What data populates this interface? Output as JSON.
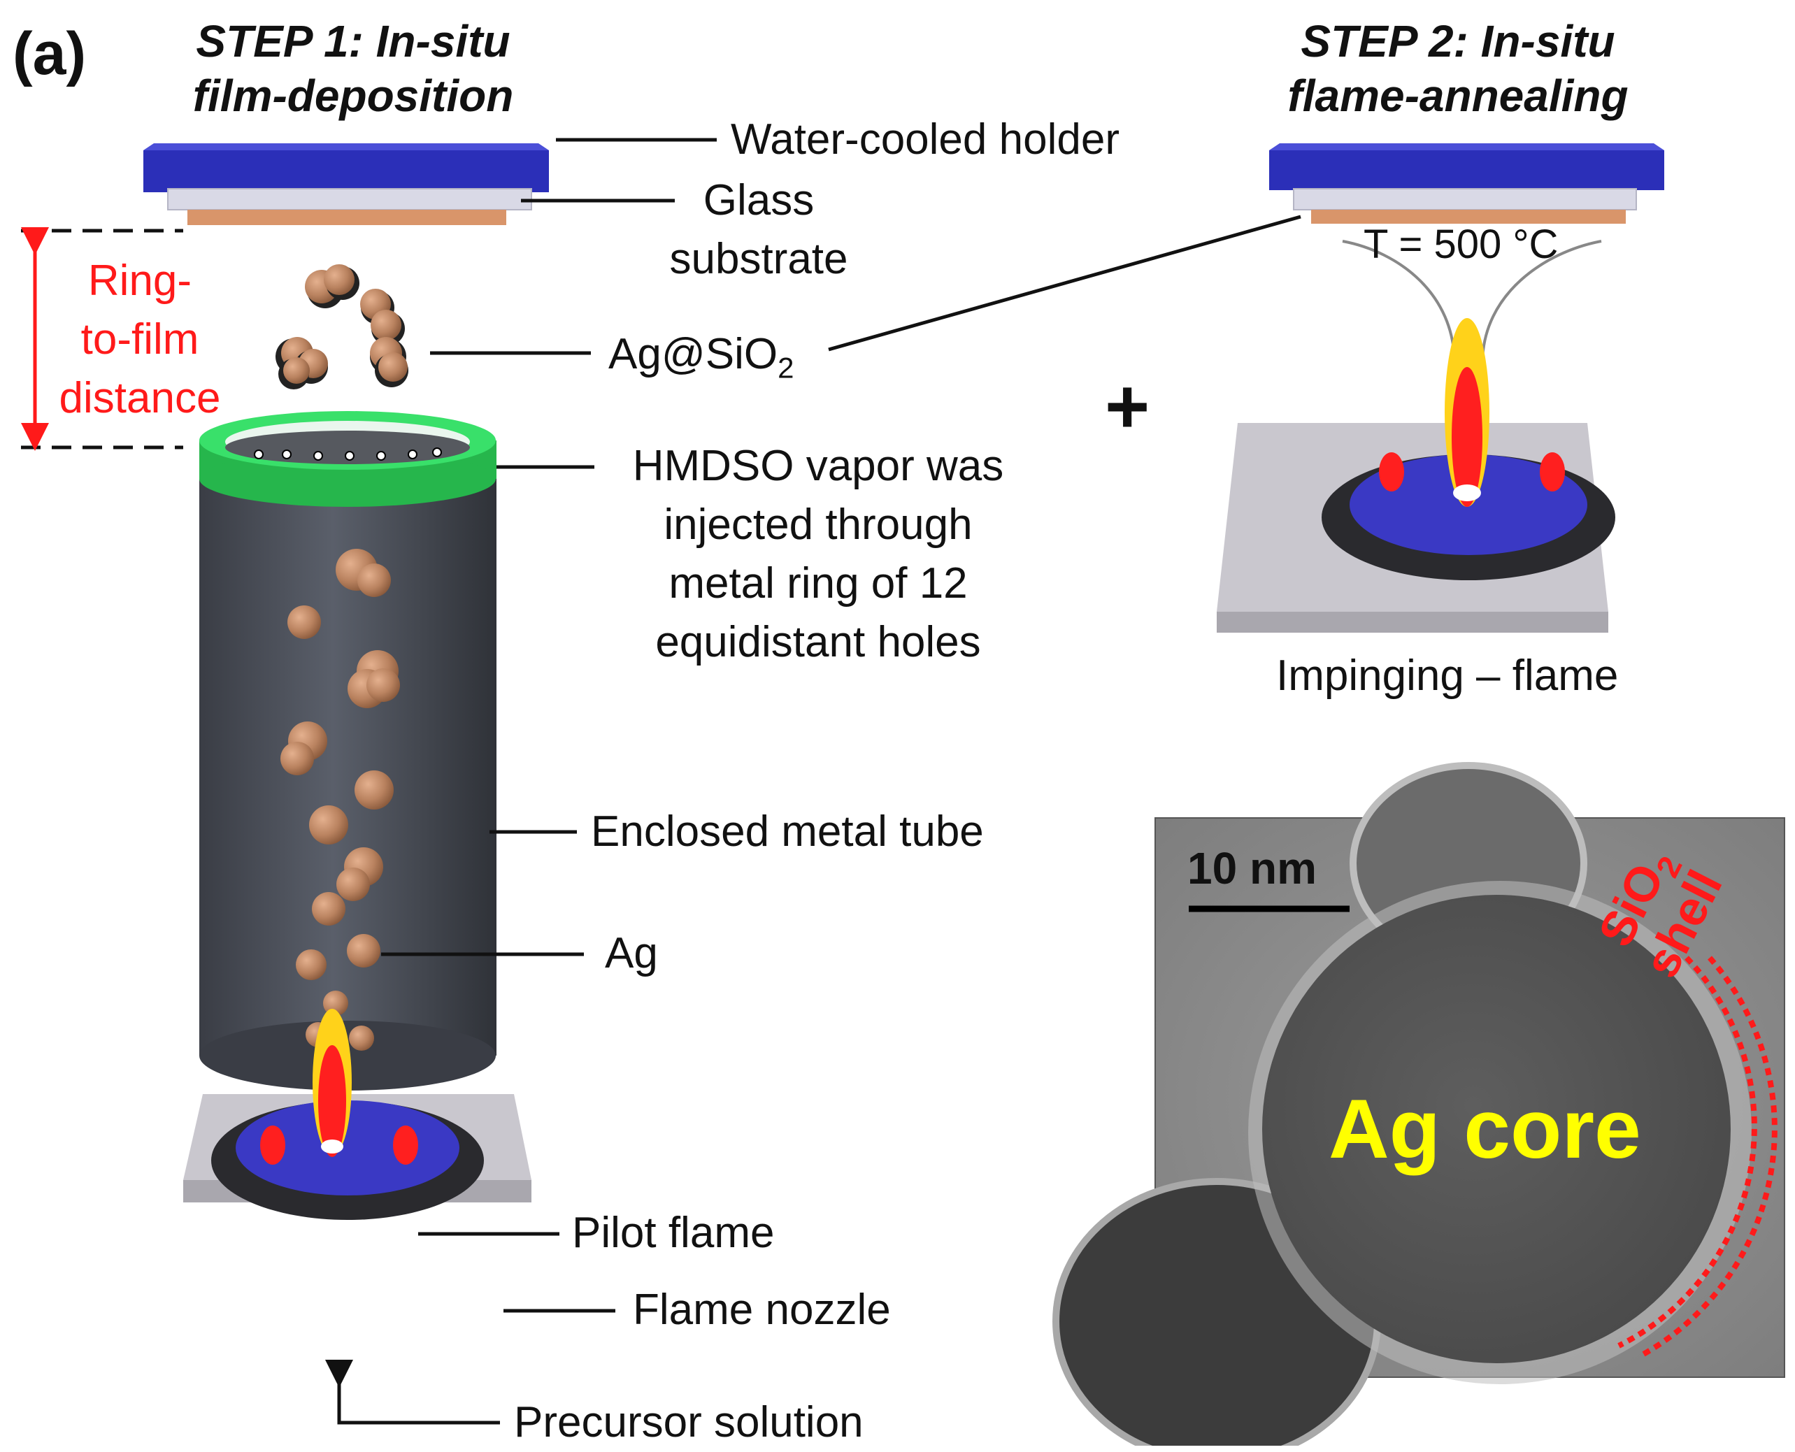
{
  "panel_label": "(a)",
  "step1": {
    "line1": "STEP 1: In-situ",
    "line2": "film-deposition"
  },
  "step2": {
    "line1": "STEP 2: In-situ",
    "line2": "flame-annealing"
  },
  "labels": {
    "water_cooled_holder": "Water-cooled holder",
    "glass_line1": "Glass",
    "glass_line2": "substrate",
    "ag_sio2_prefix": "Ag@SiO",
    "ag_sio2_sub": "2",
    "hmdso_line1": "HMDSO vapor was",
    "hmdso_line2": "injected through",
    "hmdso_line3": "metal ring of 12",
    "hmdso_line4": "equidistant holes",
    "enclosed_tube": "Enclosed metal tube",
    "ag": "Ag",
    "pilot_flame": "Pilot flame",
    "flame_nozzle": "Flame nozzle",
    "precursor": "Precursor solution",
    "impinging": "Impinging – flame",
    "temperature": "T = 500 °C",
    "plus": "+"
  },
  "distance": {
    "line1": "Ring-",
    "line2": "to-film",
    "line3": "distance"
  },
  "tem": {
    "scale_bar": "10 nm",
    "core": "Ag core",
    "shell_prefix": "SiO",
    "shell_sub": "2",
    "shell_word": "shell"
  },
  "colors": {
    "holder": "#2b2fb8",
    "glass": "#d9d9e6",
    "film": "#d9956a",
    "tube": "#4a4e58",
    "ring": "#2ed158",
    "particle": "#b9825f",
    "flame_outer": "#ffd21a",
    "flame_inner": "#ff1f1f",
    "nozzle_top": "#3a39c4",
    "nozzle_base": "#2a2a2e",
    "plate": "#c5c3ca",
    "accent_red": "#ff1a1a",
    "tem_text": "#ffff00"
  }
}
